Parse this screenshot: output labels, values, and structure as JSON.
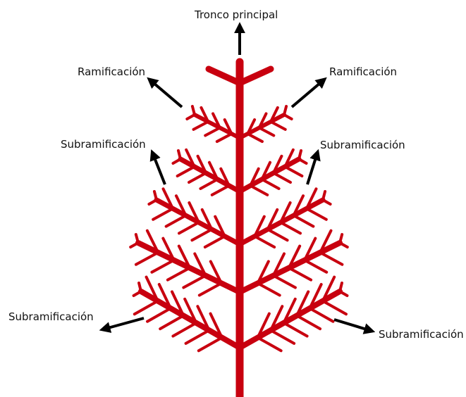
{
  "diagram": {
    "colors": {
      "tree": "#c8000f",
      "arrow": "#000000",
      "text": "#111111"
    },
    "labels": {
      "trunk": "Tronco principal",
      "branch_left": "Ramificación",
      "branch_right": "Ramificación",
      "sub_upper_left": "Subramificación",
      "sub_upper_right": "Subramificación",
      "sub_lower_left": "Subramificación",
      "sub_lower_right": "Subramificación"
    }
  }
}
